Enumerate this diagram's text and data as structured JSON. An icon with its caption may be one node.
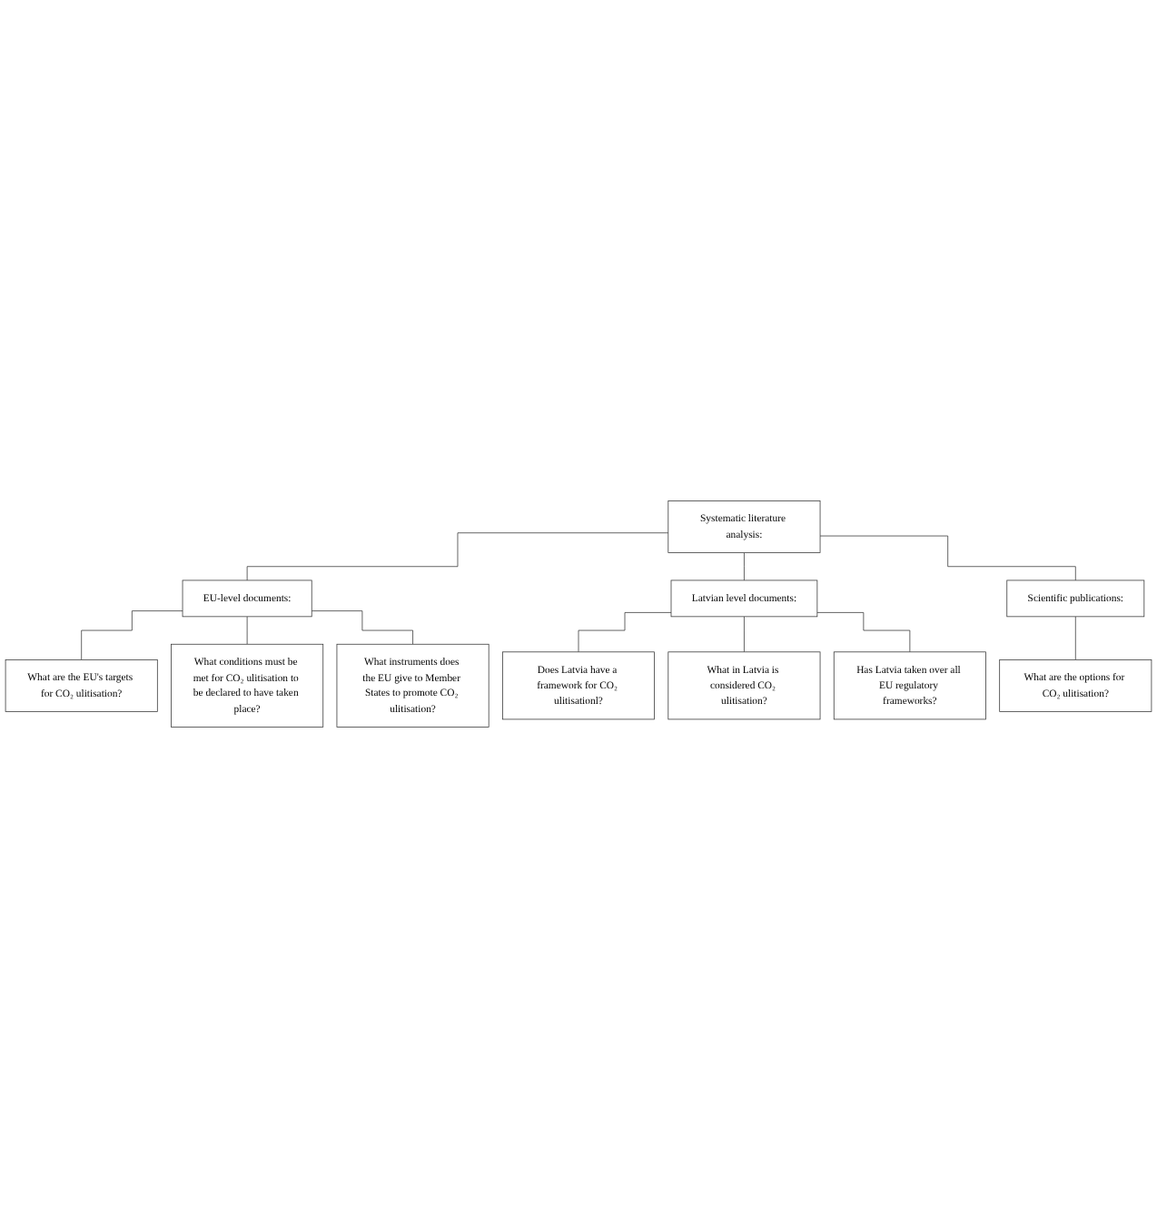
{
  "diagram": {
    "nodes": [
      {
        "text": [
          "Systematic literature analysis:"
        ]
      },
      {
        "text": [
          "EU-level documents:"
        ]
      },
      {
        "text": [
          "Latvian level documents:"
        ]
      },
      {
        "text": [
          "Scientific publications:"
        ]
      },
      {
        "text": [
          "What are the EU's targets for CO₂ ulitisation?"
        ]
      },
      {
        "text": [
          "What conditions must be met for CO₂ ulitisation to be declared to have taken place?"
        ]
      },
      {
        "text": [
          "What instruments does the EU give to Member States to promote CO₂ ulitisation?"
        ]
      },
      {
        "text": [
          "Does Latvia have a framework for CO₂ ulitisationl?"
        ]
      },
      {
        "text": [
          "What in Latvia is considered CO₂ ulitisation?"
        ]
      },
      {
        "text": [
          "Has Latvia taken over all EU regulatory frameworks?"
        ]
      },
      {
        "text": [
          "What are the options for CO₂ ulitisation?"
        ]
      }
    ],
    "edges": [
      {
        "from": 0,
        "to": 1,
        "arrow": "none"
      },
      {
        "from": 0,
        "to": 2,
        "arrow": "none"
      },
      {
        "from": 0,
        "to": 3,
        "arrow": "none"
      },
      {
        "from": 1,
        "to": 4,
        "arrow": "none"
      },
      {
        "from": 1,
        "to": 5,
        "arrow": "none"
      },
      {
        "from": 1,
        "to": 6,
        "arrow": "none"
      },
      {
        "from": 2,
        "to": 7,
        "arrow": "none"
      },
      {
        "from": 2,
        "to": 8,
        "arrow": "none"
      },
      {
        "from": 2,
        "to": 9,
        "arrow": "none"
      },
      {
        "from": 3,
        "to": 10,
        "arrow": "none"
      }
    ]
  }
}
